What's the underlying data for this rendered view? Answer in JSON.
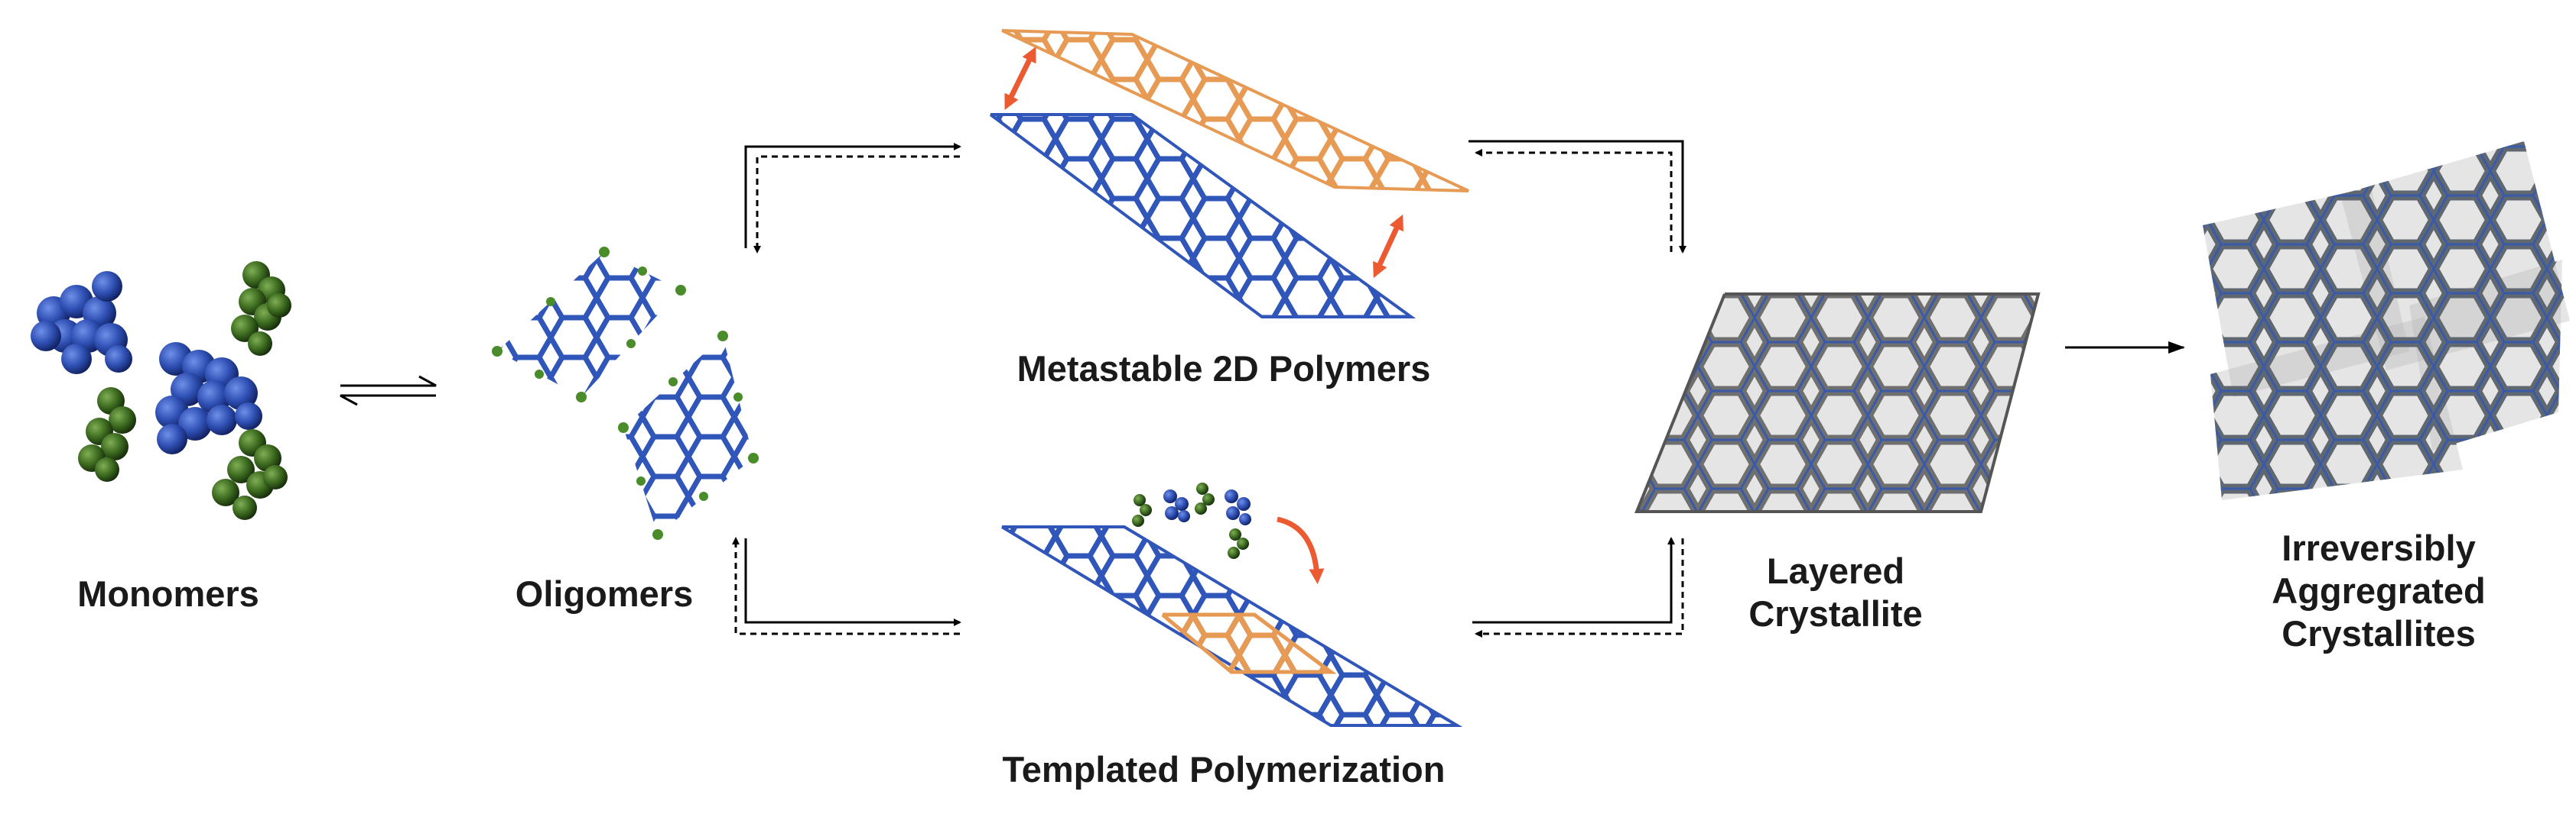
{
  "labels": {
    "monomers": "Monomers",
    "oligomers": "Oligomers",
    "metastable": "Metastable 2D Polymers",
    "templated": "Templated Polymerization",
    "layered_line1": "Layered",
    "layered_line2": "Crystallite",
    "irreversible_line1": "Irreversibly",
    "irreversible_line2": "Aggregrated",
    "irreversible_line3": "Crystallites"
  },
  "colors": {
    "blue": "#2f56b8",
    "green": "#3c6a1f",
    "orange": "#e69a53",
    "red_arrow": "#ec5a32",
    "gray_layer": "#8a8a8a",
    "text": "#1a1a1a"
  },
  "icons": {
    "equilibrium": "equilibrium-arrows",
    "forward": "forward-arrow",
    "reverse": "reverse-dashed-arrow"
  }
}
